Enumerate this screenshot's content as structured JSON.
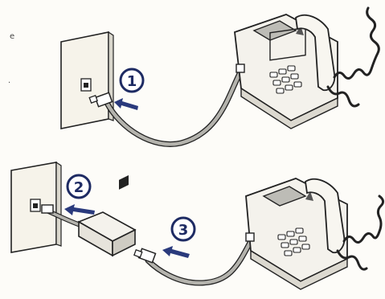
{
  "edge_text": {
    "line1": "e",
    "line2": "."
  },
  "steps": [
    {
      "number": "1"
    },
    {
      "number": "2"
    },
    {
      "number": "3"
    }
  ],
  "colors": {
    "badge": "#1e2b63",
    "arrow": "#2a3a7c",
    "line_art": "#222222",
    "wall_plate": "#f6f3ea",
    "phone_body": "#f4f2ec",
    "cord": "#a9a9a4"
  }
}
